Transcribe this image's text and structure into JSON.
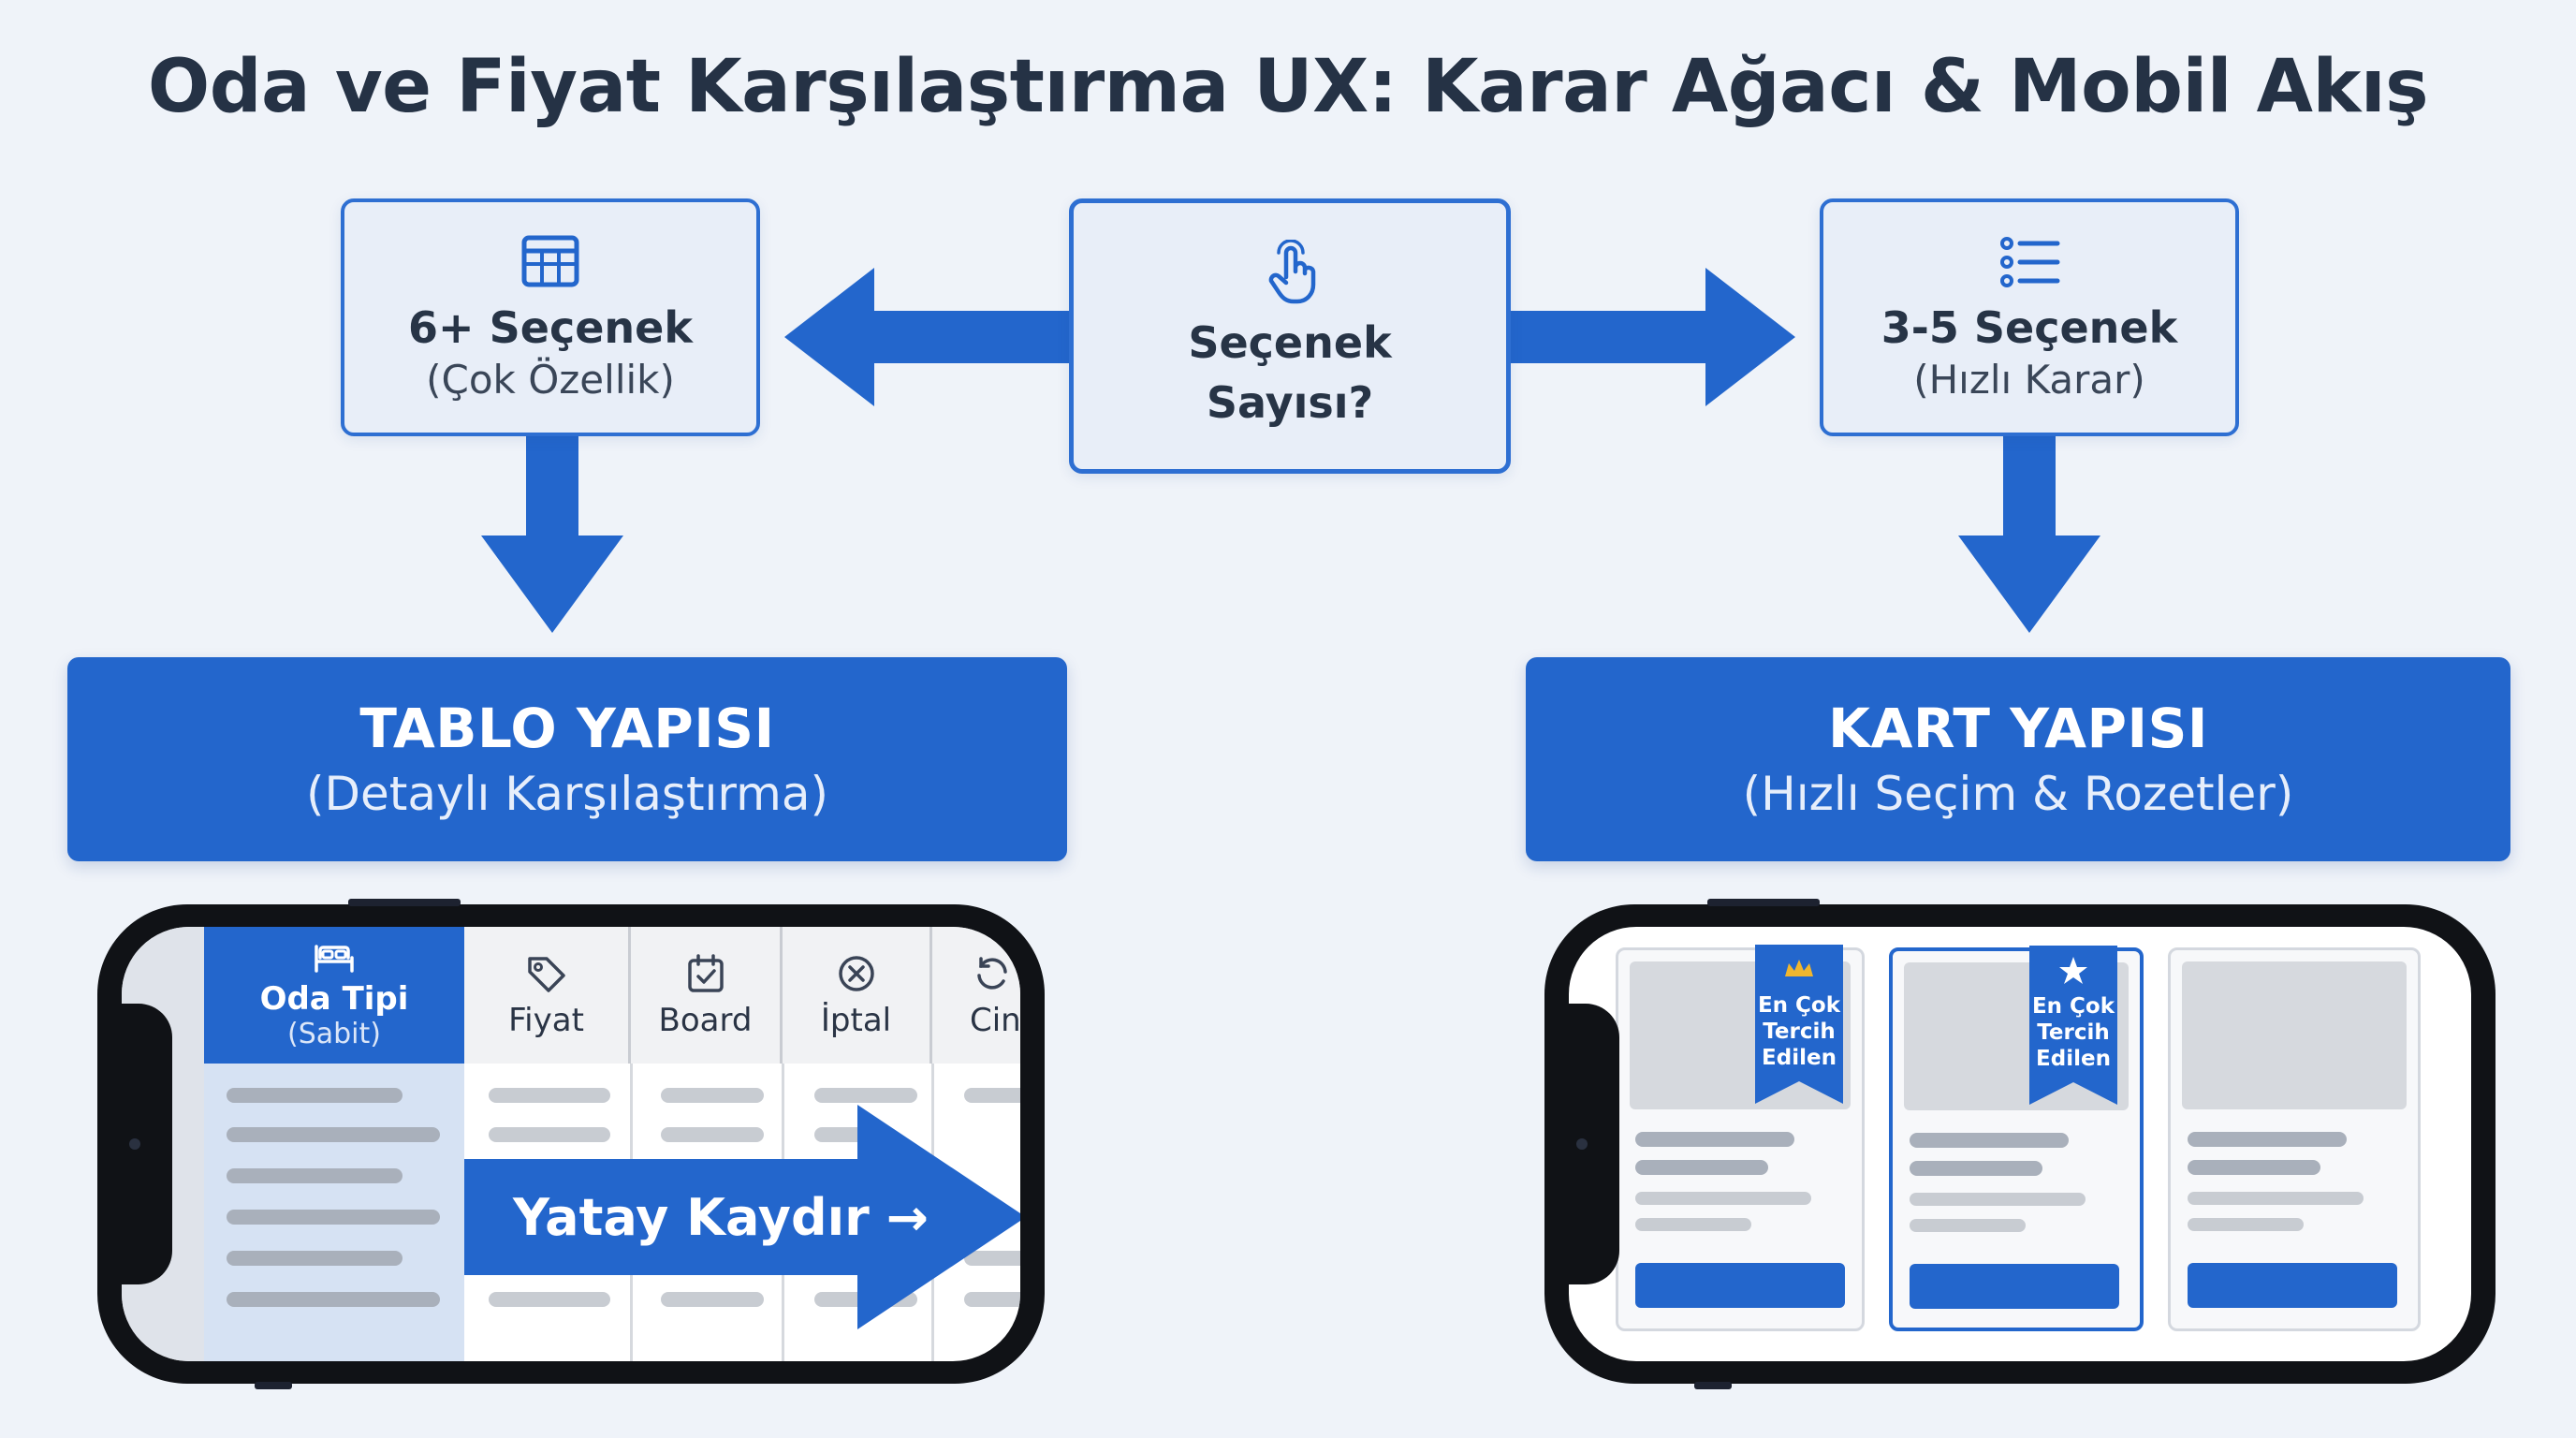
{
  "title": "Oda ve Fiyat Karşılaştırma UX: Karar Ağacı & Mobil Akış",
  "decision": {
    "question_line1": "Seçenek",
    "question_line2": "Sayısı?",
    "left": {
      "label": "6+ Seçenek",
      "sub": "(Çok Özellik)",
      "icon": "table-grid-icon"
    },
    "right": {
      "label": "3-5 Seçenek",
      "sub": "(Hızlı Karar)",
      "icon": "list-icon"
    },
    "center_icon": "tap-hand-icon"
  },
  "outcomes": {
    "table": {
      "title": "TABLO YAPISI",
      "sub": "(Detaylı Karşılaştırma)"
    },
    "card": {
      "title": "KART YAPISI",
      "sub": "(Hızlı Seçim & Rozetler)"
    }
  },
  "table_phone": {
    "fixed_column": {
      "label": "Oda Tipi",
      "sub": "(Sabit)",
      "icon": "bed-icon"
    },
    "columns": [
      {
        "label": "Fiyat",
        "icon": "tag-icon"
      },
      {
        "label": "Board",
        "icon": "calendar-check-icon"
      },
      {
        "label": "İptal",
        "icon": "cancel-circle-icon"
      },
      {
        "label": "Cin",
        "icon": "refresh-icon"
      }
    ],
    "scroll_label": "Yatay Kaydır",
    "scroll_arrow": "→"
  },
  "card_phone": {
    "cards": [
      {
        "badge": [
          "En Çok",
          "Tercih",
          "Edilen"
        ],
        "badge_icon": "crown-icon",
        "selected": false
      },
      {
        "badge": [
          "En Çok",
          "Tercih",
          "Edilen"
        ],
        "badge_icon": "star-icon",
        "selected": true
      },
      {
        "badge": null,
        "selected": false
      }
    ]
  },
  "colors": {
    "accent": "#2366cc",
    "node_border": "#2e6fd2",
    "node_fill": "#e8eef8",
    "background": "#eff3f9",
    "badge_gold": "#f0b62e"
  }
}
